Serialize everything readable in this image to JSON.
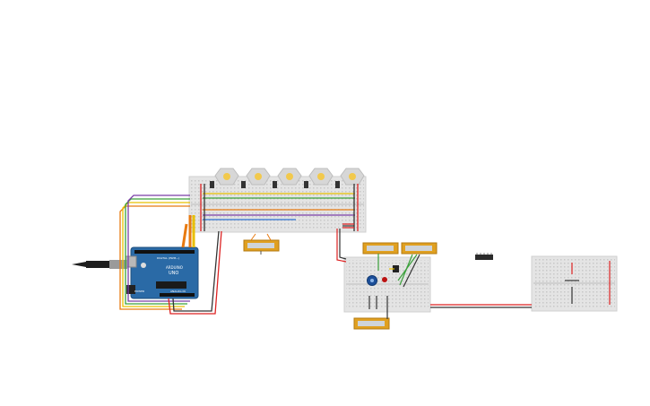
{
  "arduino": {
    "board_name": "UNO",
    "brand": "ARDUINO",
    "digital_label": "DIGITAL (PWM~)",
    "analog_label": "ANALOG IN",
    "power_label": "POWER"
  },
  "components": {
    "motor_count": 5,
    "display_count": 4
  },
  "colors": {
    "board": "#2a6aa6",
    "breadboard": "#e6e6e6",
    "display": "#e0a020",
    "wire_red": "#d22",
    "wire_black": "#333",
    "wire_yellow": "#e8c000",
    "wire_orange": "#e87a10",
    "wire_green": "#3aa03a",
    "wire_purple": "#7b3fa8",
    "wire_blue": "#2c6fd1"
  }
}
